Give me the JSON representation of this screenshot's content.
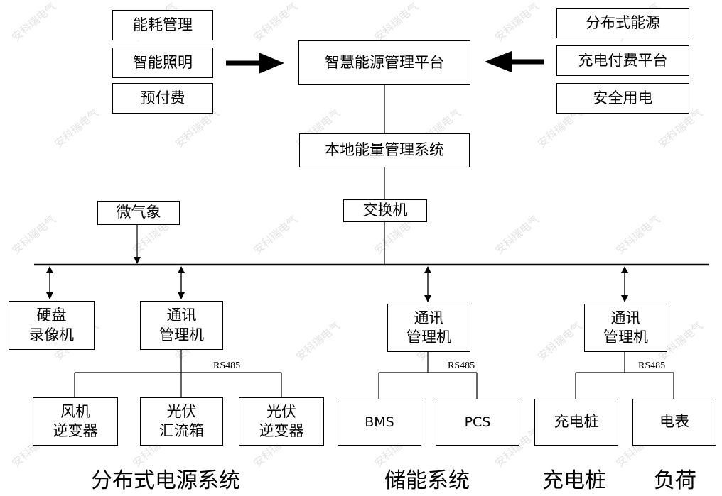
{
  "left_modules": [
    "能耗管理",
    "智能照明",
    "预付费"
  ],
  "right_modules": [
    "分布式能源",
    "充电付费平台",
    "安全用电"
  ],
  "platform": "智慧能源管理平台",
  "local_ems": "本地能量管理系统",
  "switch": "交换机",
  "weather": "微气象",
  "dvr": "硬盘\n录像机",
  "comm_manager": "通讯\n管理机",
  "rs485": "RS485",
  "distributed_devices": [
    "风机\n逆变器",
    "光伏\n汇流箱",
    "光伏\n逆变器"
  ],
  "storage_devices": [
    "BMS",
    "PCS"
  ],
  "charging_devices": [
    "充电桩",
    "电表"
  ],
  "captions": {
    "distributed": "分布式电源系统",
    "storage": "储能系统",
    "charging": "充电桩",
    "load": "负荷"
  },
  "watermark": "安科瑞电气"
}
